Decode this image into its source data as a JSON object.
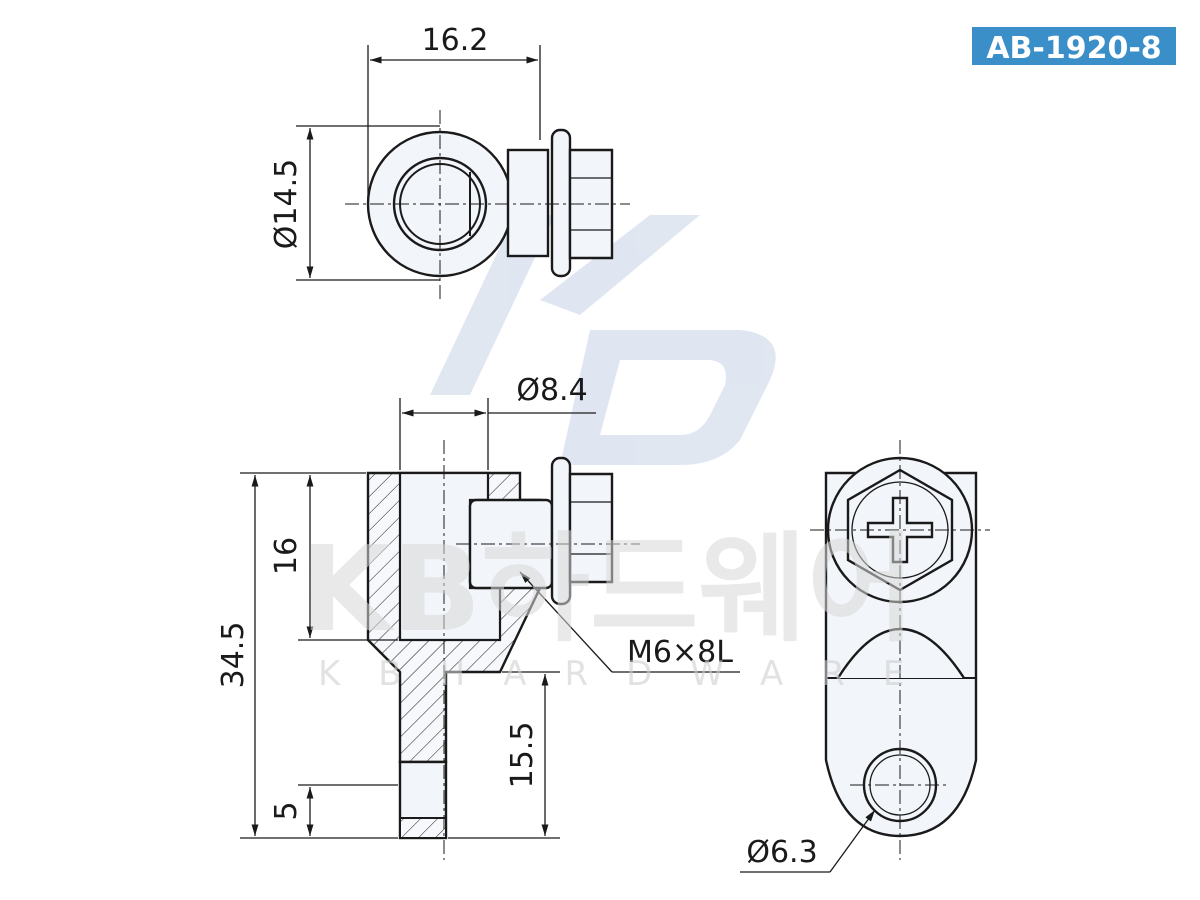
{
  "badge": {
    "label": "AB-1920-8",
    "color": "#3a8fc8"
  },
  "watermark": {
    "korean": "KB하드웨어",
    "english": "KBHARDWARE",
    "logo_color": "#c8d3e6"
  },
  "dimensions": {
    "top_width": "16.2",
    "top_diameter": "Ø14.5",
    "bore_diameter": "Ø8.4",
    "overall_height": "34.5",
    "upper_height": "16",
    "stem_length": "15.5",
    "tip_length": "5",
    "screw": "M6×8L",
    "hole_diameter": "Ø6.3"
  }
}
